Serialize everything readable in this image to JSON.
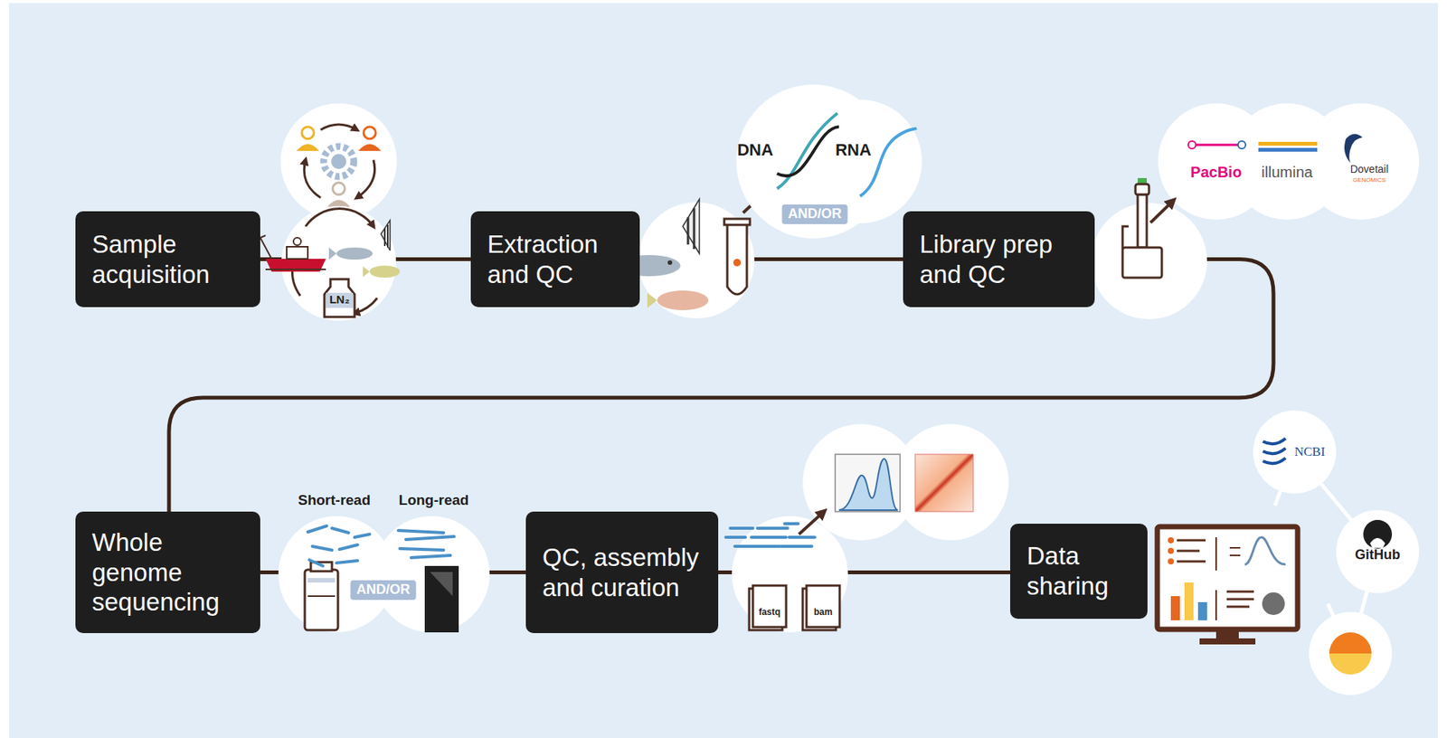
{
  "diagram": {
    "nodes": [
      {
        "text": [
          "Sample acquisition"
        ]
      },
      {
        "text": [
          "Extraction and QC"
        ]
      },
      {
        "text": [
          "Library prep and QC"
        ]
      },
      {
        "text": [
          "Whole genome sequencing"
        ]
      },
      {
        "text": [
          "QC, assembly and curation"
        ]
      },
      {
        "text": [
          "Data sharing"
        ]
      }
    ],
    "edges": [
      {
        "from": 0,
        "to": 1,
        "arrow": "none"
      },
      {
        "from": 1,
        "to": 2,
        "arrow": "none"
      },
      {
        "from": 2,
        "to": 3,
        "arrow": "none"
      },
      {
        "from": 3,
        "to": 4,
        "arrow": "none"
      },
      {
        "from": 4,
        "to": 5,
        "arrow": "none"
      }
    ],
    "labels": [
      "LN₂",
      "DNA",
      "RNA",
      "AND/OR",
      "PacBio",
      "illumina",
      "Dovetail",
      "GENOMICS",
      "Short-read",
      "Long-read",
      "AND/OR",
      "fastq",
      "bam",
      "NCBI",
      "GitHub"
    ]
  }
}
